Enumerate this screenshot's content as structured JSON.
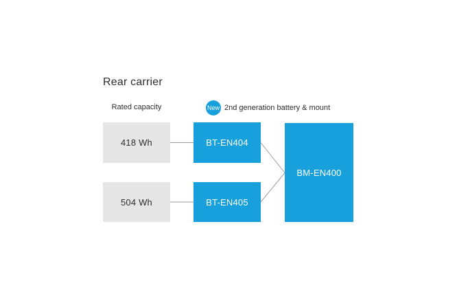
{
  "title": "Rear carrier",
  "labels": {
    "rated_capacity": "Rated capacity",
    "new_badge": "New",
    "generation": "2nd generation battery & mount"
  },
  "diagram": {
    "rows": [
      {
        "capacity": "418 Wh",
        "battery": "BT-EN404"
      },
      {
        "capacity": "504 Wh",
        "battery": "BT-EN405"
      }
    ],
    "mount": "BM-EN400"
  },
  "colors": {
    "accent_blue": "#18a0dc",
    "box_gray": "#e6e6e6",
    "connector_gray": "#9b9b9b",
    "text_dark": "#2d2d2d",
    "text_on_blue": "#ffffff",
    "background": "#ffffff"
  }
}
